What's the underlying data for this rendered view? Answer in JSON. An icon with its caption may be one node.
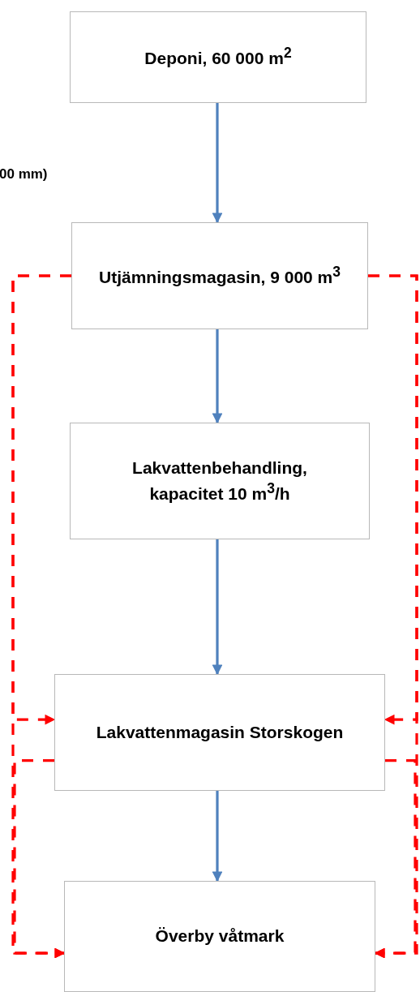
{
  "diagram": {
    "nodes": [
      {
        "text": [
          "Deponi, 60 000 m$^{2}$"
        ]
      },
      {
        "text": [
          "Utjämningsmagasin, 9 000 m$^{3}$"
        ]
      },
      {
        "text": [
          "Lakvattenbehandling, kapacitet 10 m$^{3}$/h"
        ]
      },
      {
        "text": [
          "Lakvattenmagasin Storskogen"
        ]
      },
      {
        "text": [
          "Överby våtmark"
        ]
      }
    ],
    "edges": [
      {
        "from": 0,
        "to": 1,
        "arrow": "to",
        "color": "#4f81bd"
      },
      {
        "from": 1,
        "to": 2,
        "arrow": "to",
        "color": "#4f81bd"
      },
      {
        "from": 2,
        "to": 3,
        "arrow": "to",
        "color": "#4f81bd"
      },
      {
        "from": 3,
        "to": 4,
        "arrow": "to",
        "color": "#4f81bd"
      },
      {
        "from": 1,
        "to": 3,
        "arrow": "to",
        "style": "dashed"
      },
      {
        "from": 1,
        "to": 4,
        "arrow": "to",
        "style": "dashed"
      },
      {
        "from": 3,
        "to": 4,
        "arrow": "to",
        "style": "dashed"
      },
      {
        "from": 1,
        "to": 3,
        "arrow": "to",
        "style": "dashed"
      },
      {
        "from": 1,
        "to": 4,
        "arrow": "to",
        "style": "dashed"
      },
      {
        "from": 3,
        "to": 4,
        "arrow": "to",
        "style": "dashed"
      }
    ],
    "labels": [
      "00 mm)"
    ]
  }
}
